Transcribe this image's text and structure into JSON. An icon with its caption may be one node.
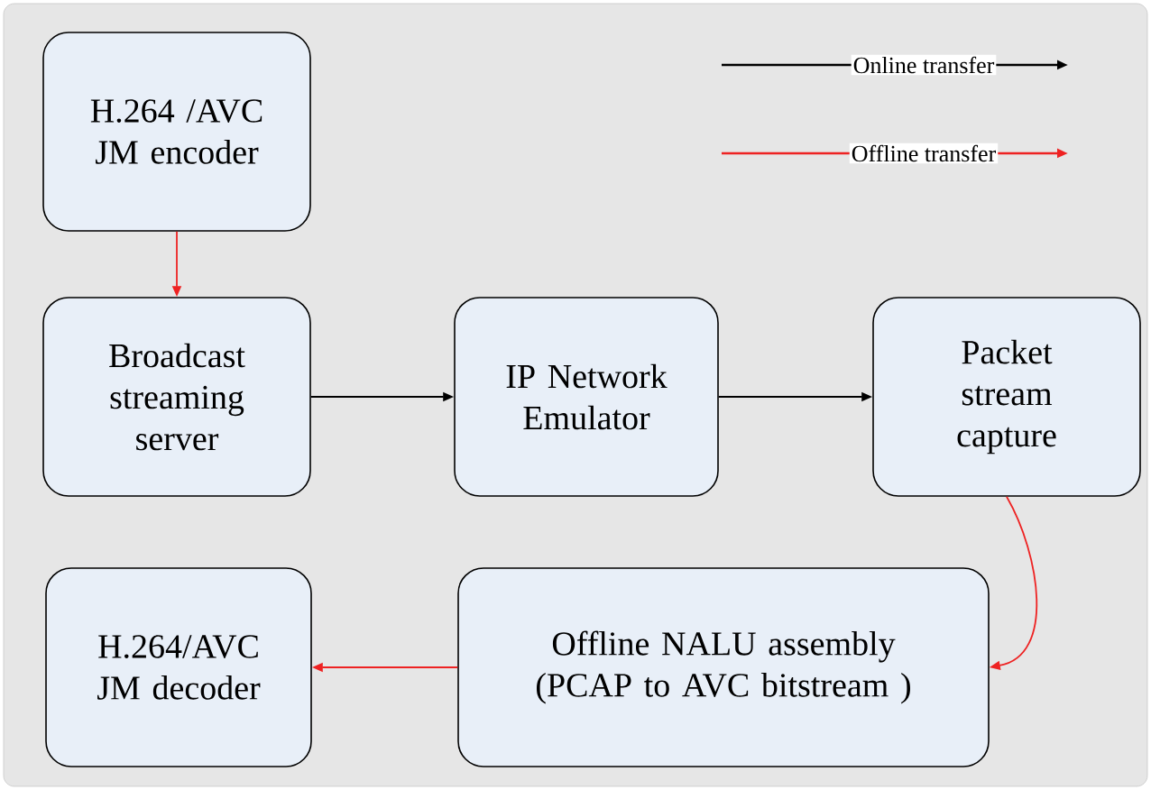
{
  "diagram": {
    "nodes": [
      {
        "text": [
          "H.264 /AVC JM encoder"
        ]
      },
      {
        "text": [
          "Broadcast streaming server"
        ]
      },
      {
        "text": [
          "IP Network Emulator"
        ]
      },
      {
        "text": [
          "Packet stream capture"
        ]
      },
      {
        "text": [
          "Offline NALU assembly (PCAP to AVC bitstream )"
        ]
      },
      {
        "text": [
          "H.264/AVC JM decoder"
        ]
      }
    ],
    "edges": [
      {
        "from": 0,
        "to": 1,
        "arrow": "to",
        "color": "#ee2222"
      },
      {
        "from": 1,
        "to": 2,
        "arrow": "to",
        "color": "#000000"
      },
      {
        "from": 2,
        "to": 3,
        "arrow": "to",
        "color": "#000000"
      },
      {
        "from": 3,
        "to": 4,
        "arrow": "to",
        "color": "#ee2222"
      },
      {
        "from": 4,
        "to": 5,
        "arrow": "to",
        "color": "#ee2222"
      }
    ],
    "legend": [
      {
        "text": "Online transfer",
        "color": "#000000"
      },
      {
        "text": "Offline transfer",
        "color": "#ee2222"
      }
    ]
  }
}
